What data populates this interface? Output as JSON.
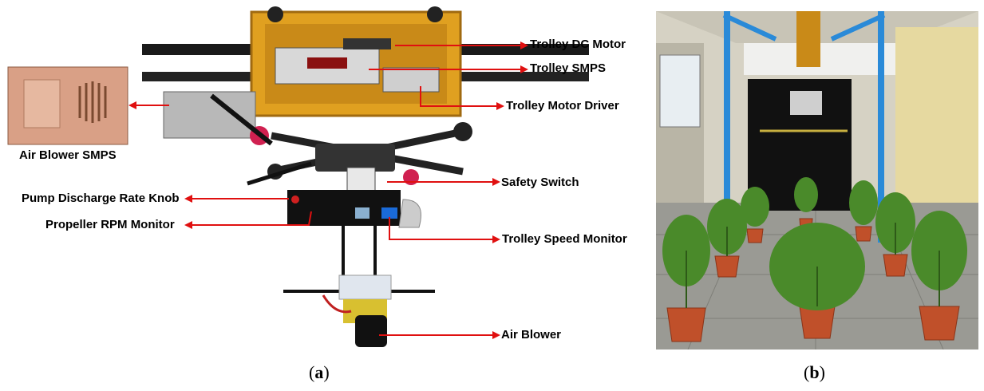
{
  "panel_a": {
    "labels": {
      "trolley_dc_motor": "Trolley DC Motor",
      "trolley_smps": "Trolley SMPS",
      "trolley_motor_driver": "Trolley Motor Driver",
      "air_blower_smps": "Air Blower SMPS",
      "safety_switch": "Safety Switch",
      "pump_discharge_rate_knob": "Pump Discharge Rate Knob",
      "propeller_rpm_monitor": "Propeller RPM Monitor",
      "trolley_speed_monitor": "Trolley Speed Monitor",
      "air_blower": "Air Blower"
    },
    "caption": {
      "open": "(",
      "letter": "a",
      "close": ")"
    }
  },
  "panel_b": {
    "caption": {
      "open": "(",
      "letter": "b",
      "close": ")"
    }
  },
  "colors": {
    "arrow": "#e01010",
    "frame_yellow": "#e0a020",
    "pole_blue": "#2a8ad8",
    "pot_terracotta": "#c0502a",
    "leaf_green": "#4a8a2a"
  }
}
